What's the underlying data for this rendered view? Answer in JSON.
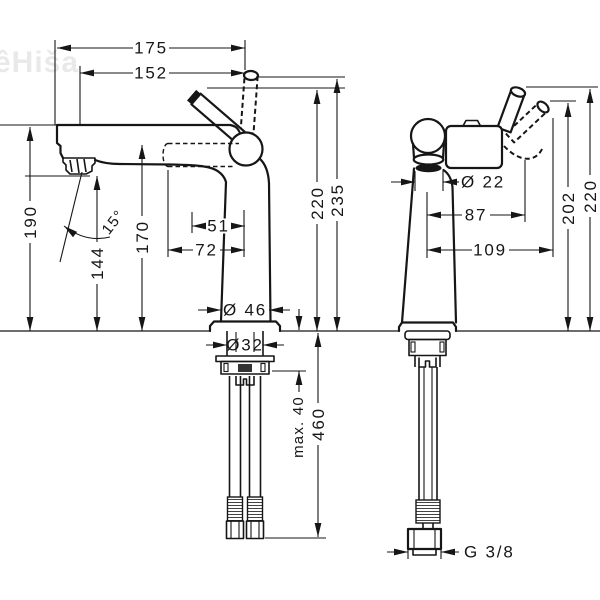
{
  "watermark": {
    "text": "êHiša"
  },
  "colors": {
    "line": "#161616",
    "watermark": "#e9e9e9",
    "background": "#ffffff"
  },
  "front_view": {
    "dims": {
      "total_width": "175",
      "spout_reach": "152",
      "spout_height": "190",
      "aerator_height": "144",
      "spray_angle": "15°",
      "cartridge_height": "170",
      "pivot_offset": "51",
      "cartridge_length": "72",
      "height_220": "220",
      "height_235": "235",
      "base_diameter": "Ø 46",
      "shank_diameter": "Ø32",
      "max_counter_thickness": "max. 40",
      "hose_length": "460"
    }
  },
  "side_view": {
    "dims": {
      "outlet_diameter": "Ø 22",
      "spout_center_offset": "87",
      "handle_reach": "109",
      "height_202": "202",
      "height_220": "220",
      "connection_thread": "G 3/8"
    }
  }
}
